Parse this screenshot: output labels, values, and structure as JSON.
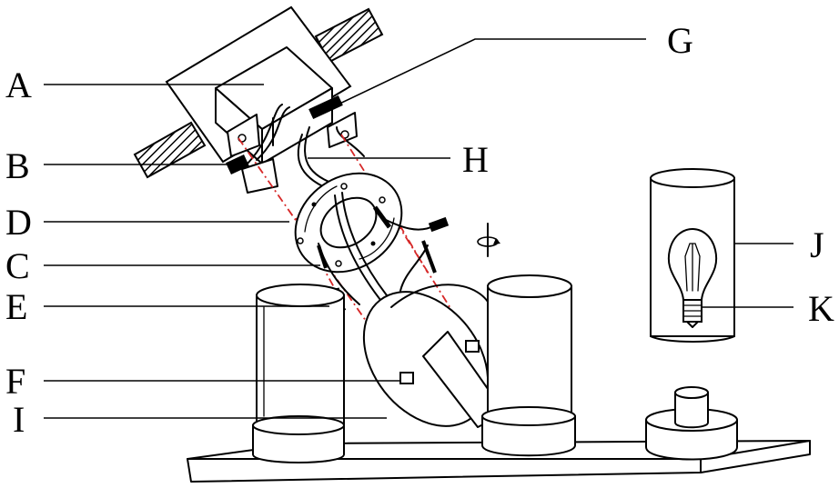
{
  "labels": {
    "A": "A",
    "B": "B",
    "C": "C",
    "D": "D",
    "E": "E",
    "F": "F",
    "G": "G",
    "H": "H",
    "I": "I",
    "J": "J",
    "K": "K"
  },
  "colors": {
    "line": "#000000",
    "guide": "#d62828",
    "background": "#ffffff"
  }
}
